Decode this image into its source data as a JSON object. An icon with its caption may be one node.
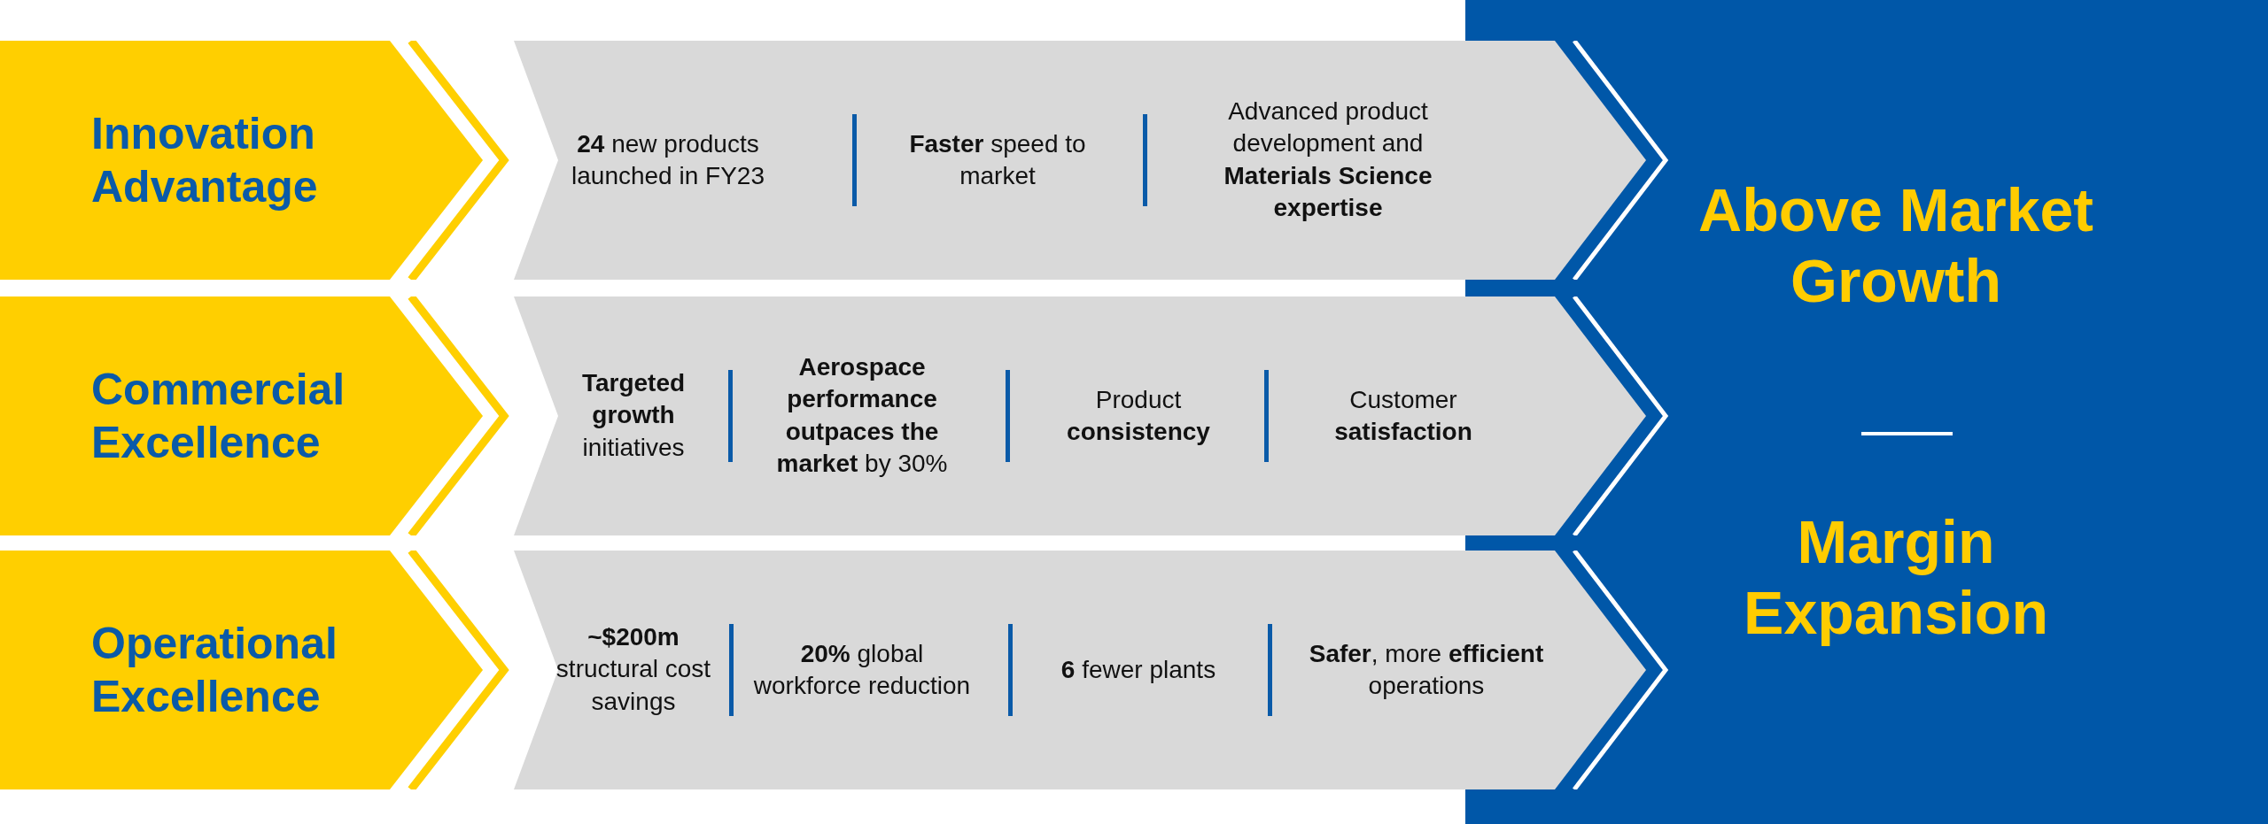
{
  "diagram": {
    "nodes": [
      {
        "text": [
          "Innovation Advantage"
        ]
      },
      {
        "text": [
          "**24** new products launched in FY23",
          "**Faster** speed to market",
          "Advanced product development and **Materials Science expertise**"
        ]
      },
      {
        "text": [
          "Commercial Excellence"
        ]
      },
      {
        "text": [
          "**Targeted growth** initiatives",
          "**Aerospace performance outpaces the market** by 30%",
          "Product **consistency**",
          "Customer **satisfaction**"
        ]
      },
      {
        "text": [
          "Operational Excellence"
        ]
      },
      {
        "text": [
          "**~$200m** structural cost savings",
          "**20%** global workforce reduction",
          "**6** fewer plants",
          "**Safer**, more **efficient** operations"
        ]
      },
      {
        "text": [
          "Above Market Growth",
          "Margin Expansion"
        ]
      }
    ]
  }
}
